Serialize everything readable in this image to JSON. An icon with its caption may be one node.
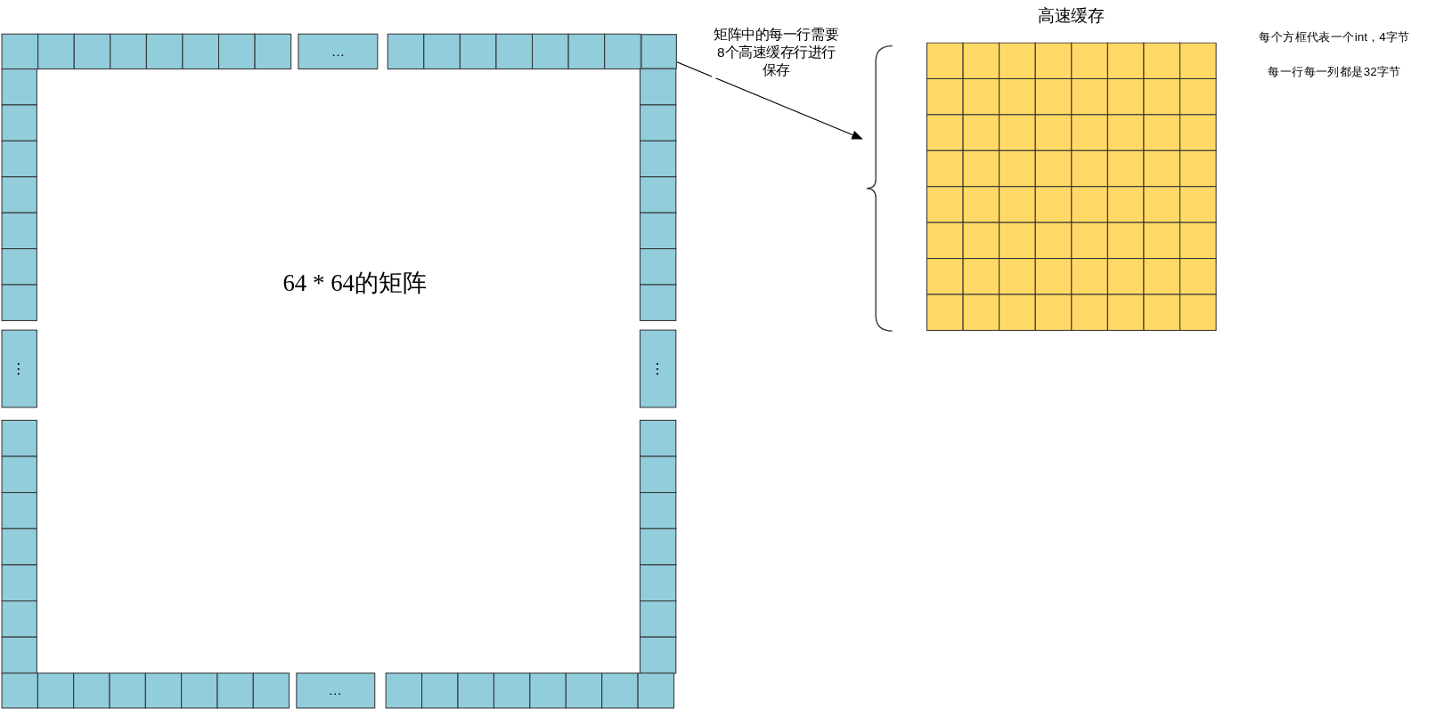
{
  "diagram": {
    "nodes": [
      {
        "text": [],
        "shape": "box"
      },
      {
        "text": [
          "高速缓存"
        ]
      }
    ],
    "edges": [
      {
        "from": 0,
        "to": 1,
        "arrow": "to",
        "label": "矩阵中的每一行需要8个高速缓存行进行保存"
      }
    ],
    "labels": [
      "…",
      "每个方框代表一个int，4字节",
      "每一行每一列都是32字节",
      "64 * 64的矩阵",
      "⋮",
      "⋮",
      "…"
    ]
  }
}
